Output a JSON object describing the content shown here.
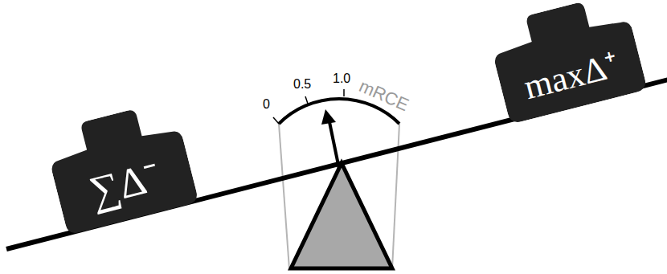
{
  "diagram": {
    "nodes": [
      {
        "text": [
          "∑Δ⁻"
        ]
      },
      {
        "text": [
          "maxΔ⁺"
        ]
      }
    ],
    "labels": [
      "0",
      "0.5",
      "1.0",
      "mRCE"
    ]
  }
}
